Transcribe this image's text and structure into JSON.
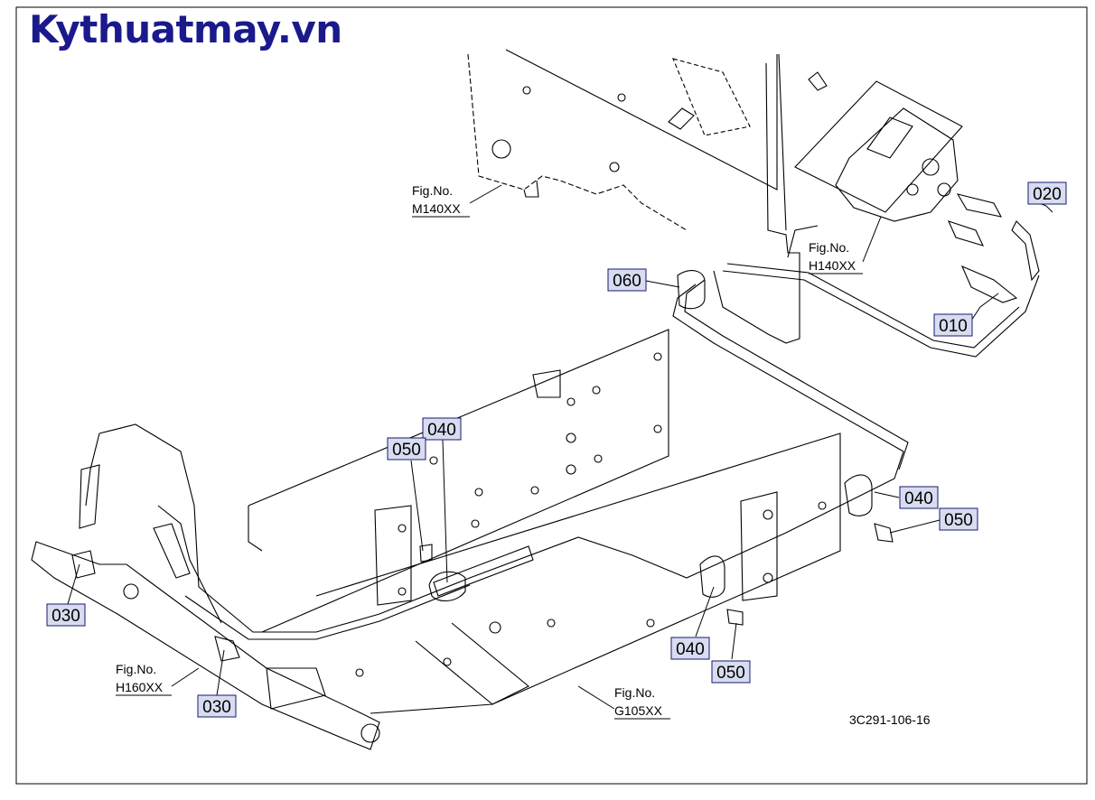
{
  "brand": {
    "text": "Kythuatmay.vn",
    "color": "#1a1a8c"
  },
  "drawing_number": "3C291-106-16",
  "callouts": [
    {
      "id": "c020",
      "text": "020"
    },
    {
      "id": "c060",
      "text": "060"
    },
    {
      "id": "c010",
      "text": "010"
    },
    {
      "id": "c040a",
      "text": "040"
    },
    {
      "id": "c050a",
      "text": "050"
    },
    {
      "id": "c040b",
      "text": "040"
    },
    {
      "id": "c050b",
      "text": "050"
    },
    {
      "id": "c040c",
      "text": "040"
    },
    {
      "id": "c050c",
      "text": "050"
    },
    {
      "id": "c030a",
      "text": "030"
    },
    {
      "id": "c030b",
      "text": "030"
    }
  ],
  "figure_refs": [
    {
      "id": "m140",
      "line1": "Fig.No.",
      "line2": "M140XX"
    },
    {
      "id": "h140",
      "line1": "Fig.No.",
      "line2": "H140XX"
    },
    {
      "id": "h160",
      "line1": "Fig.No.",
      "line2": "H160XX"
    },
    {
      "id": "g105",
      "line1": "Fig.No.",
      "line2": "G105XX"
    }
  ],
  "colors": {
    "callout_box": "#d8dcf0",
    "callout_border": "#1a1a6e",
    "line": "#000000"
  }
}
